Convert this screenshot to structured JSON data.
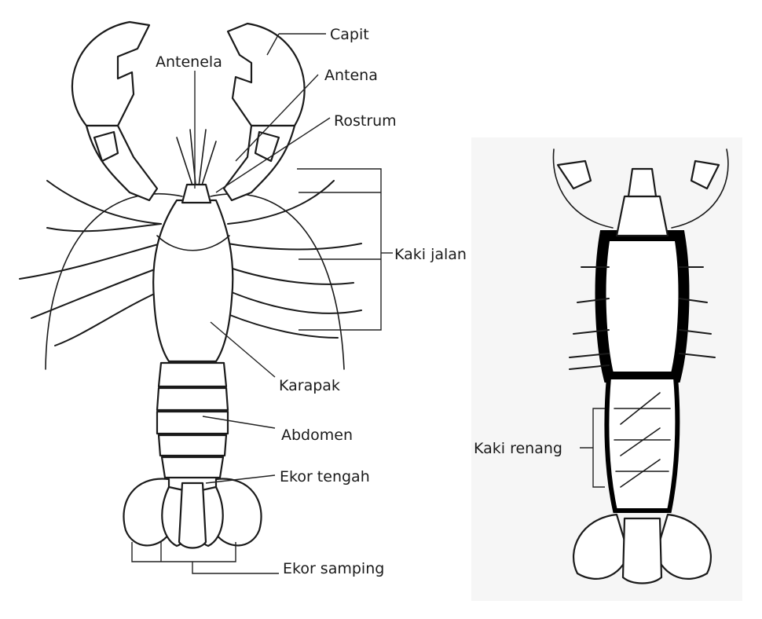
{
  "labels": {
    "capit": "Capit",
    "antenela": "Antenela",
    "antena": "Antena",
    "rostrum": "Rostrum",
    "kaki_jalan": "Kaki jalan",
    "karapak": "Karapak",
    "abdomen": "Abdomen",
    "ekor_tengah": "Ekor tengah",
    "ekor_samping": "Ekor samping",
    "kaki_renang": "Kaki renang"
  },
  "colors": {
    "background": "#ffffff",
    "panel_right": "#f7f7f7",
    "ink": "#1a1a1a"
  }
}
